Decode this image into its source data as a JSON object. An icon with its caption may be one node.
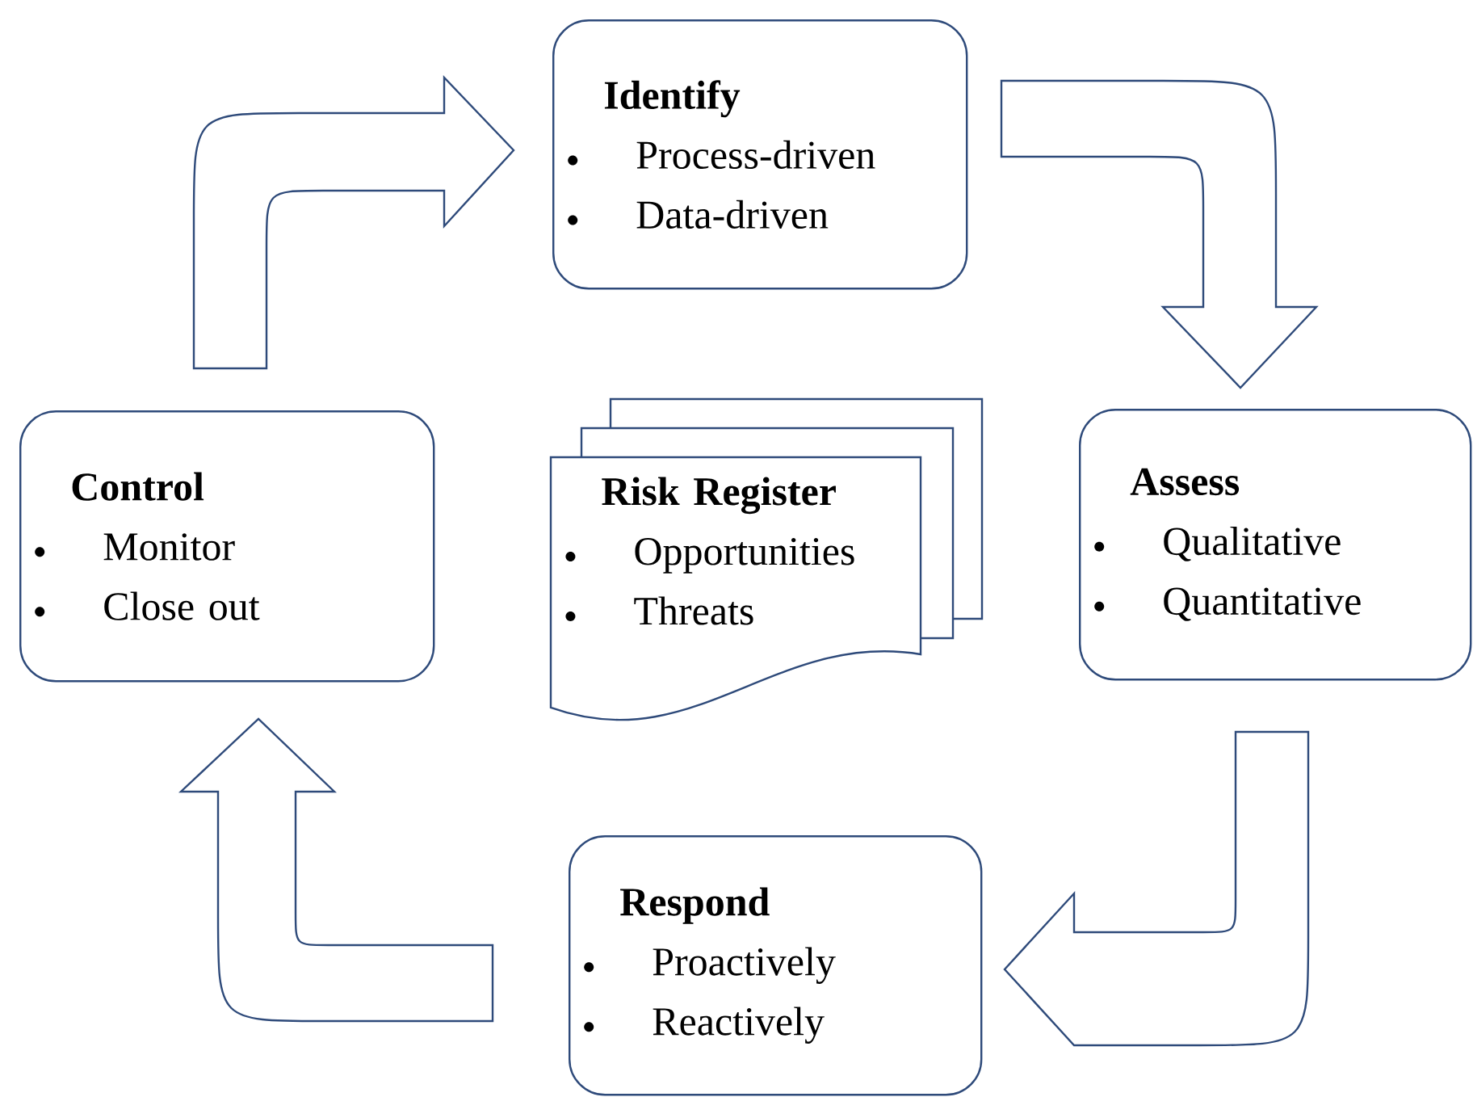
{
  "diagram": {
    "nodes": [
      {
        "text": [
          "Identify",
          "Process-driven",
          "Data-driven"
        ]
      },
      {
        "text": [
          "Assess",
          "Qualitative",
          "Quantitative"
        ]
      },
      {
        "text": [
          "Respond",
          "Proactively",
          "Reactively"
        ]
      },
      {
        "text": [
          "Control",
          "Monitor",
          "Close out"
        ]
      },
      {
        "text": [
          "Risk Register",
          "Opportunities",
          "Threats"
        ]
      }
    ],
    "edges": [
      {
        "from": 0,
        "to": 1,
        "arrow": "to"
      },
      {
        "from": 1,
        "to": 2,
        "arrow": "to"
      },
      {
        "from": 2,
        "to": 3,
        "arrow": "to"
      },
      {
        "from": 3,
        "to": 0,
        "arrow": "to"
      }
    ]
  }
}
